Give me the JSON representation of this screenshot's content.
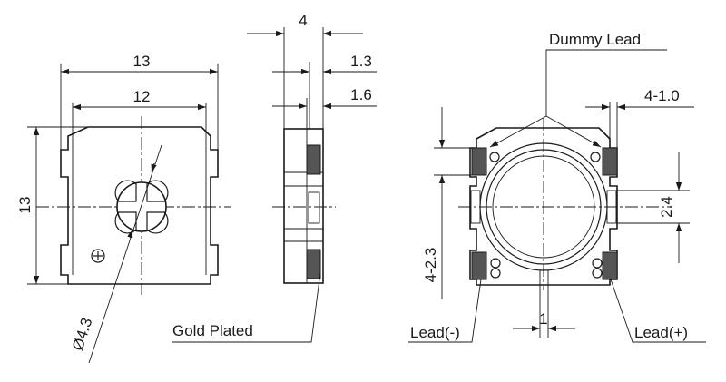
{
  "dimensions": {
    "front_width_outer": "13",
    "front_width_inner": "12",
    "front_height": "13",
    "sound_hole_diameter": "Ø4.3",
    "side_thickness": "4",
    "side_lead_1": "1.3",
    "side_lead_2": "1.6",
    "lead_width": "4-1.0",
    "lead_spacing": "4-2.3",
    "mid_lead_height": "2.4",
    "slot_width": "1"
  },
  "labels": {
    "gold_plated": "Gold Plated",
    "dummy_lead": "Dummy Lead",
    "lead_minus": "Lead(-)",
    "lead_plus": "Lead(+)"
  },
  "colors": {
    "line": "#1a1a1a",
    "pad_fill": "#555555"
  }
}
